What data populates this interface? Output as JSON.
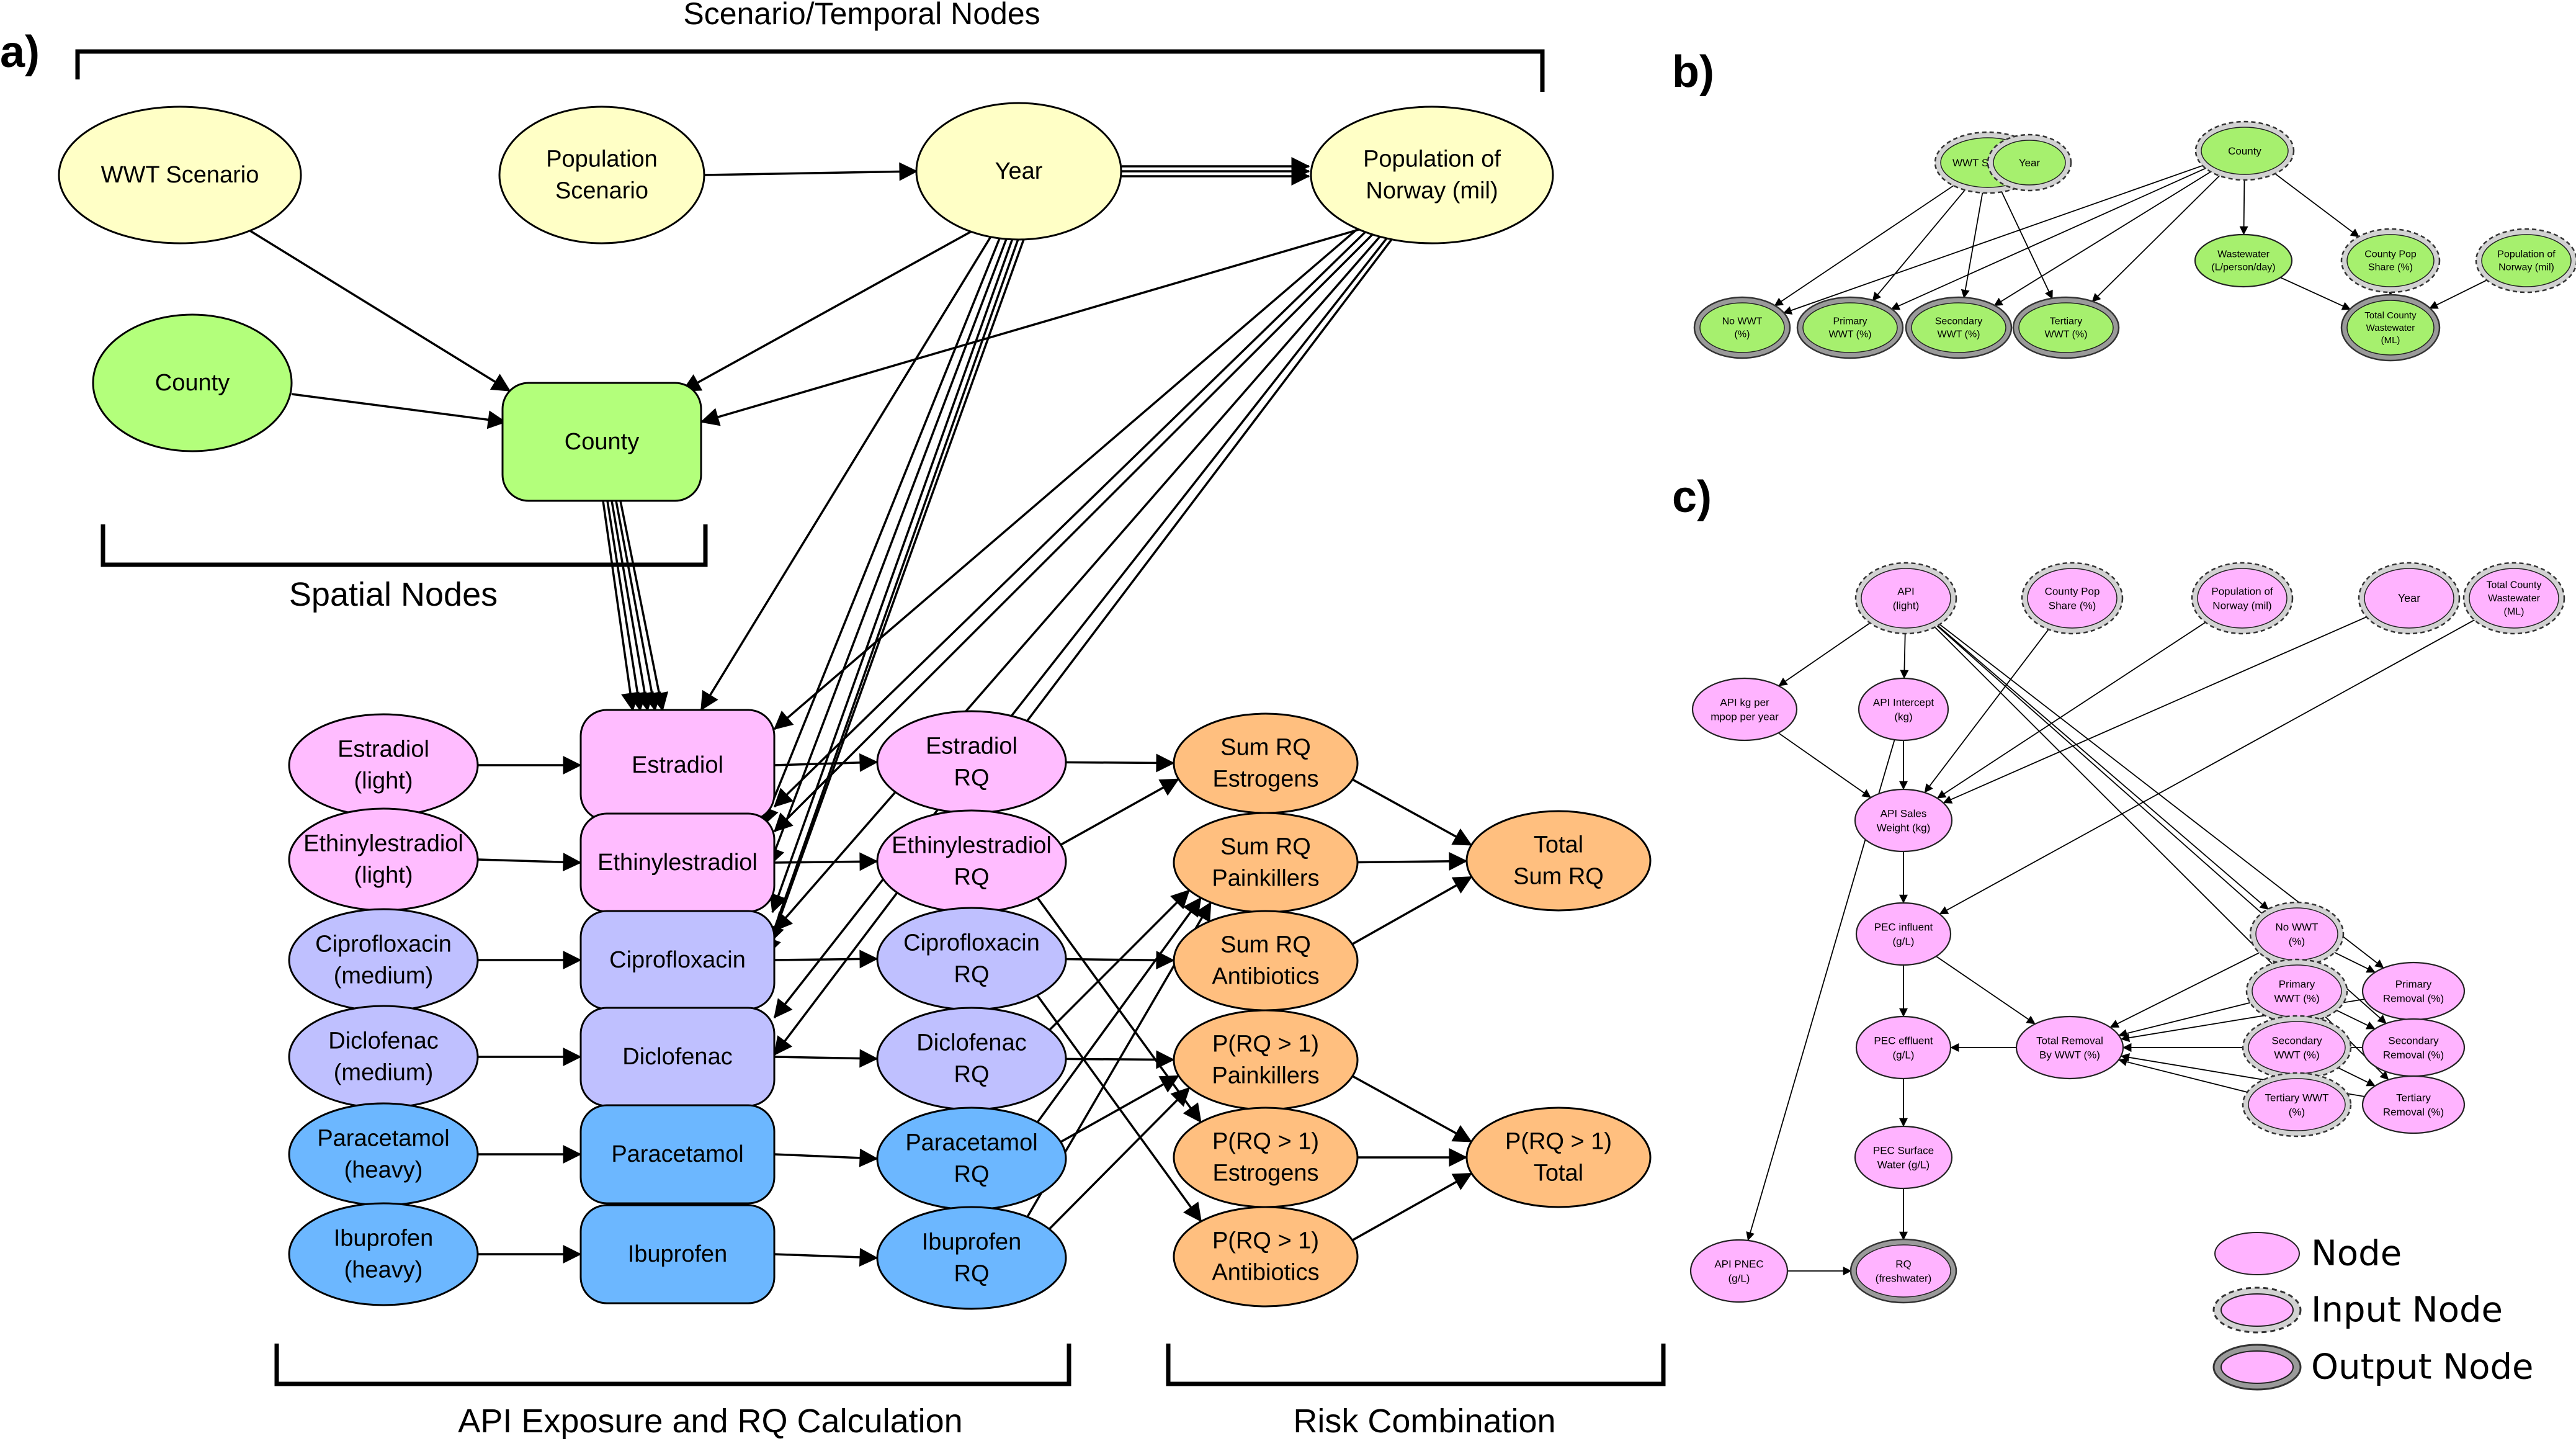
{
  "colors": {
    "yellow": "#FFFFC6",
    "green": "#B3FF7B",
    "pink": "#FFBCFF",
    "lavender": "#BFC0FF",
    "blue": "#6CB7FF",
    "orange": "#FFBF7F",
    "small_pink": "#FFB3FF",
    "small_green": "#A6F06E",
    "io_border": "#9A9A9A"
  },
  "panel_a": {
    "label": "a)",
    "groups": {
      "scenario": "Scenario/Temporal Nodes",
      "spatial": "Spatial Nodes",
      "exposure": "API Exposure and RQ Calculation",
      "risk": "Risk Combination"
    },
    "nodes": {
      "wwt_scenario": "WWT Scenario",
      "pop_scenario": "Population\nScenario",
      "year": "Year",
      "pop_norway": "Population of\nNorway (mil)",
      "county_in": "County",
      "county": "County",
      "estradiol_light": "Estradiol\n(light)",
      "ethinylestradiol_light": "Ethinylestradiol\n(light)",
      "ciprofloxacin_medium": "Ciprofloxacin\n(medium)",
      "diclofenac_medium": "Diclofenac\n(medium)",
      "paracetamol_heavy": "Paracetamol\n(heavy)",
      "ibuprofen_heavy": "Ibuprofen\n(heavy)",
      "estradiol": "Estradiol",
      "ethinylestradiol": "Ethinylestradiol",
      "ciprofloxacin": "Ciprofloxacin",
      "diclofenac": "Diclofenac",
      "paracetamol": "Paracetamol",
      "ibuprofen": "Ibuprofen",
      "estradiol_rq": "Estradiol\nRQ",
      "ethinylestradiol_rq": "Ethinylestradiol\nRQ",
      "ciprofloxacin_rq": "Ciprofloxacin\nRQ",
      "diclofenac_rq": "Diclofenac\nRQ",
      "paracetamol_rq": "Paracetamol\nRQ",
      "ibuprofen_rq": "Ibuprofen\nRQ",
      "sum_estrogens": "Sum RQ\nEstrogens",
      "sum_painkillers": "Sum RQ\nPainkillers",
      "sum_antibiotics": "Sum RQ\nAntibiotics",
      "p_painkillers": "P(RQ > 1)\nPainkillers",
      "p_estrogens": "P(RQ > 1)\nEstrogens",
      "p_antibiotics": "P(RQ > 1)\nAntibiotics",
      "total_sum": "Total\nSum RQ",
      "p_total": "P(RQ > 1)\nTotal"
    }
  },
  "panel_b": {
    "label": "b)",
    "nodes": {
      "wwt_scenario": "WWT Scenario",
      "year": "Year",
      "county": "County",
      "wastewater": "Wastewater\n(L/person/day)",
      "county_pop_share": "County Pop\nShare (%)",
      "pop_norway": "Population of\nNorway (mil)",
      "no_wwt": "No WWT\n(%)",
      "primary_wwt": "Primary\nWWT (%)",
      "secondary_wwt": "Secondary\nWWT (%)",
      "tertiary_wwt": "Tertiary\nWWT (%)",
      "total_county_ww": "Total County\nWastewater\n(ML)"
    }
  },
  "panel_c": {
    "label": "c)",
    "nodes": {
      "api_light": "API\n(light)",
      "county_pop_share": "County Pop\nShare (%)",
      "pop_norway": "Population of\nNorway (mil)",
      "year": "Year",
      "total_county_ww": "Total County\nWastewater\n(ML)",
      "api_kg": "API kg per\nmpop per year",
      "api_intercept": "API Intercept\n(kg)",
      "api_sales": "API Sales\nWeight (kg)",
      "pec_influent": "PEC influent\n(g/L)",
      "pec_effluent": "PEC effluent\n(g/L)",
      "pec_surface": "PEC Surface\nWater (g/L)",
      "api_pnec": "API PNEC\n(g/L)",
      "rq": "RQ\n(freshwater)",
      "total_removal": "Total Removal\nBy WWT (%)",
      "no_wwt": "No WWT\n(%)",
      "primary_wwt": "Primary\nWWT (%)",
      "secondary_wwt": "Secondary\nWWT (%)",
      "tertiary_wwt": "Tertiary WWT\n(%)",
      "primary_removal": "Primary\nRemoval (%)",
      "secondary_removal": "Secondary\nRemoval (%)",
      "tertiary_removal": "Tertiary\nRemoval (%)"
    }
  },
  "legend": {
    "node": "Node",
    "input_node": "Input Node",
    "output_node": "Output Node"
  }
}
